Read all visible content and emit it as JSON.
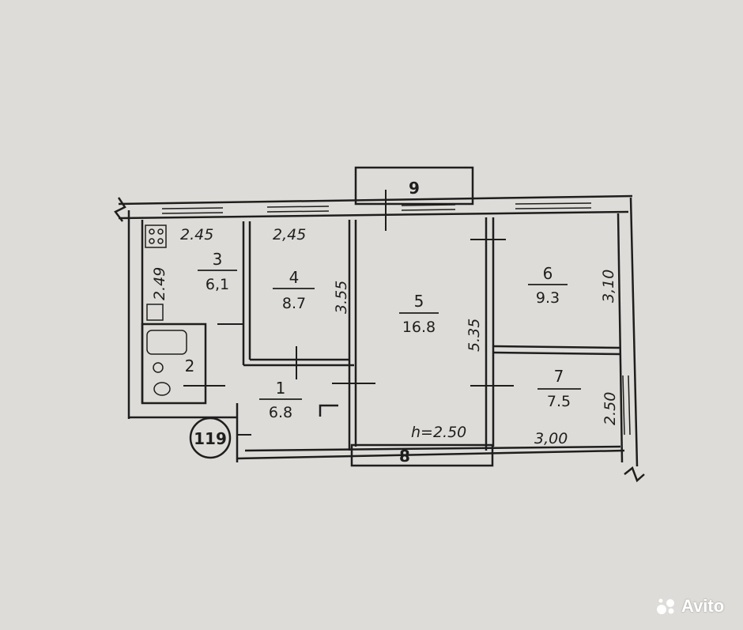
{
  "plan": {
    "balcony_label": "9",
    "flat_number": "119",
    "ceiling_height": "h=2.50",
    "bottom_opening_label": "8",
    "rooms": [
      {
        "id": "1",
        "area": "6.8"
      },
      {
        "id": "2",
        "area": ""
      },
      {
        "id": "3",
        "area": "6,1"
      },
      {
        "id": "4",
        "area": "8.7"
      },
      {
        "id": "5",
        "area": "16.8"
      },
      {
        "id": "6",
        "area": "9.3"
      },
      {
        "id": "7",
        "area": "7.5"
      }
    ],
    "dimensions": {
      "kitchen_width": "2.45",
      "kitchen_depth": "2.49",
      "room4_width": "2,45",
      "room4_depth": "3.55",
      "room5_depth": "5.35",
      "room6_depth": "3,10",
      "room7_depth": "2.50",
      "room7_width": "3,00"
    }
  },
  "watermark": {
    "text": "Avito"
  },
  "colors": {
    "background": "#dedcd8",
    "line": "#1e1e1e"
  }
}
